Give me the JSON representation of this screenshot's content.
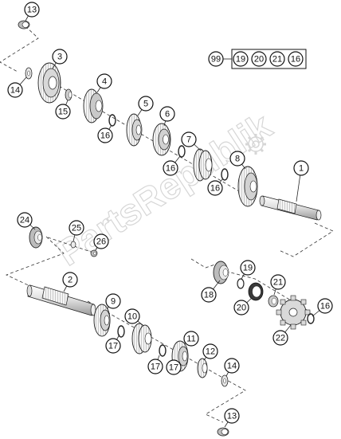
{
  "watermark": {
    "text": "PartsRepublik"
  },
  "kit": {
    "main": "99",
    "contents": [
      "19",
      "20",
      "21",
      "16"
    ]
  },
  "callouts": [
    {
      "id": "c13a",
      "label": "13"
    },
    {
      "id": "c3",
      "label": "3"
    },
    {
      "id": "c14a",
      "label": "14"
    },
    {
      "id": "c15",
      "label": "15"
    },
    {
      "id": "c4",
      "label": "4"
    },
    {
      "id": "c5",
      "label": "5"
    },
    {
      "id": "c16a",
      "label": "16"
    },
    {
      "id": "c6",
      "label": "6"
    },
    {
      "id": "c16b",
      "label": "16"
    },
    {
      "id": "c7",
      "label": "7"
    },
    {
      "id": "c8",
      "label": "8"
    },
    {
      "id": "c16c",
      "label": "16"
    },
    {
      "id": "c1",
      "label": "1"
    },
    {
      "id": "c24",
      "label": "24"
    },
    {
      "id": "c25",
      "label": "25"
    },
    {
      "id": "c26",
      "label": "26"
    },
    {
      "id": "c2",
      "label": "2"
    },
    {
      "id": "c19",
      "label": "19"
    },
    {
      "id": "c21",
      "label": "21"
    },
    {
      "id": "c18",
      "label": "18"
    },
    {
      "id": "c20",
      "label": "20"
    },
    {
      "id": "c16d",
      "label": "16"
    },
    {
      "id": "c22",
      "label": "22"
    },
    {
      "id": "c9",
      "label": "9"
    },
    {
      "id": "c10",
      "label": "10"
    },
    {
      "id": "c17a",
      "label": "17"
    },
    {
      "id": "c11",
      "label": "11"
    },
    {
      "id": "c12",
      "label": "12"
    },
    {
      "id": "c17b",
      "label": "17"
    },
    {
      "id": "c17c",
      "label": "17"
    },
    {
      "id": "c14b",
      "label": "14"
    },
    {
      "id": "c13b",
      "label": "13"
    }
  ]
}
